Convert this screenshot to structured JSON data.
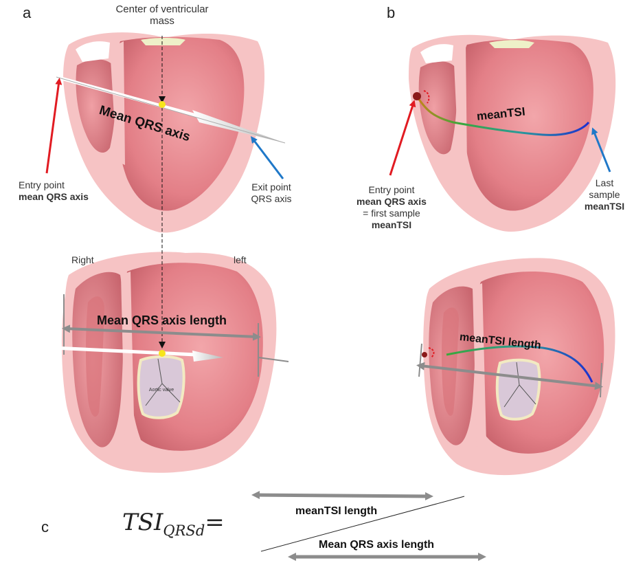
{
  "panels": {
    "a": "a",
    "b": "b",
    "c": "c"
  },
  "labels": {
    "center_of_mass": "Center of ventricular mass",
    "mean_qrs_axis": "Mean QRS axis",
    "entry_point_a_line1": "Entry point",
    "entry_point_a_line2": "mean QRS axis",
    "exit_point_line1": "Exit point",
    "exit_point_line2": "QRS axis",
    "right": "Right",
    "left": "left",
    "mean_qrs_axis_length": "Mean QRS axis length",
    "aortic_valve": "Aortic valve",
    "mean_tsi": "meanTSI",
    "entry_point_b_line1": "Entry point",
    "entry_point_b_line2": "mean QRS axis",
    "entry_point_b_line3": "= first sample",
    "entry_point_b_line4": "meanTSI",
    "last_sample_line1": "Last",
    "last_sample_line2": "sample",
    "last_sample_line3": "meanTSI",
    "mean_tsi_length": "meanTSI length"
  },
  "formula": {
    "lhs": "TSI",
    "subscript": "QRSd",
    "equals": "=",
    "numerator": "meanTSI length",
    "denominator": "Mean QRS axis length"
  },
  "colors": {
    "tissue_outer": "#f6c3c4",
    "tissue_inner": "#e8888e",
    "tissue_dark": "#d8737b",
    "arrow_red": "#e11b22",
    "arrow_blue": "#1f78c8",
    "arrow_gray": "#8c8c8c",
    "marker_yellow": "#f7e51b",
    "valve_fill": "#d9c8d8"
  }
}
